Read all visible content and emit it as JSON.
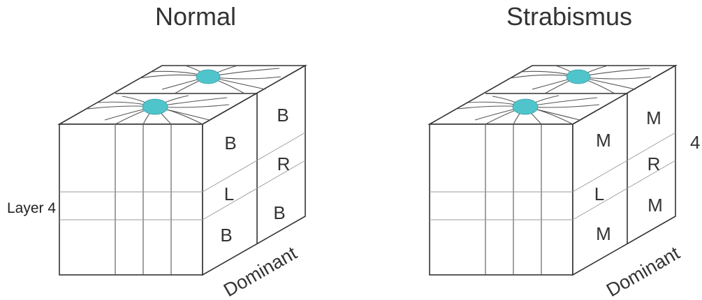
{
  "panels": {
    "normal": {
      "title": "Normal",
      "front_column_labels": [
        "B",
        "L",
        "B"
      ],
      "back_column_labels": [
        "B",
        "R",
        "B"
      ],
      "side_label": "Dominant",
      "layer_label": "Layer 4"
    },
    "strabismus": {
      "title": "Strabismus",
      "front_column_labels": [
        "M",
        "L",
        "M"
      ],
      "back_column_labels": [
        "M",
        "R",
        "M"
      ],
      "side_label": "Dominant",
      "layer_label": "4"
    }
  },
  "colors": {
    "blob": "#4fc4cb",
    "lines": "#333333"
  }
}
